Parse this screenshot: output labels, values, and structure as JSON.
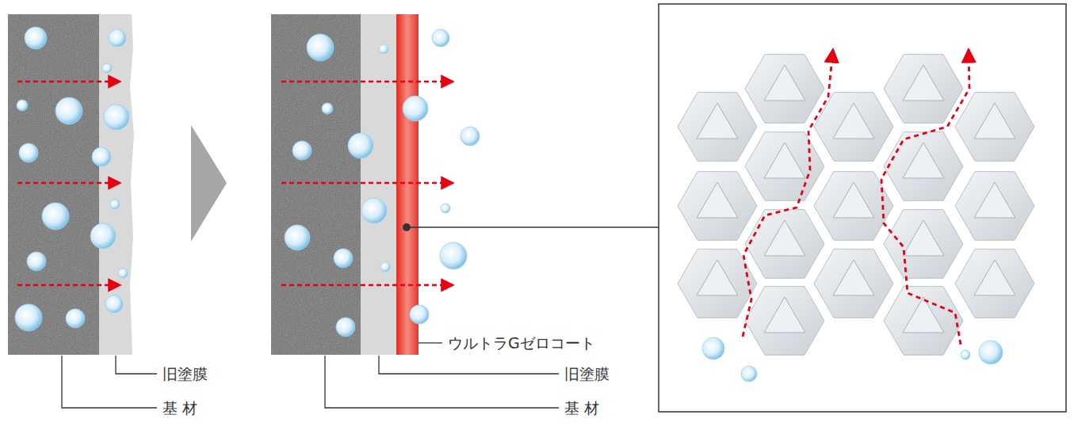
{
  "diagram": {
    "labels": [
      "旧塗膜",
      "基 材",
      "ウルトラGゼロコート",
      "旧塗膜",
      "基 材"
    ]
  }
}
